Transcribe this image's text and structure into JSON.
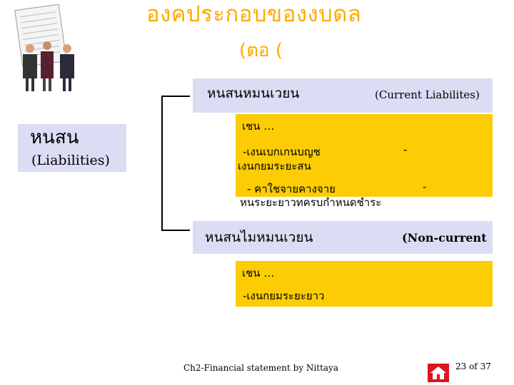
{
  "slide": {
    "title": "องคประกอบของงบดล",
    "subtitle": "(ตอ  (",
    "liabilities": {
      "thai": "หนสน",
      "english": "(Liabilities)"
    },
    "current": {
      "thai": "หนสนหมนเวยน",
      "english": "(Current Liabilites)",
      "examples": [
        "เชน …",
        "-เงนเบกเกนบญช",
        "-",
        "เงนกยมระยะสน",
        "- คาใชจายคางจาย",
        "-",
        "หนระยะยาวทครบกำหนดชำระ"
      ]
    },
    "noncurrent": {
      "thai": "หนสนไมหมนเวยน",
      "english": "(Non-current",
      "examples": [
        "เชน …",
        "-เงนกยมระยะยาว"
      ]
    },
    "footer": "Ch2-Financial statement by Nittaya",
    "page_number": "23 of 37"
  },
  "colors": {
    "title": "#ffaa00",
    "lavender_box": "#dcdcf4",
    "example_box": "#fccc04",
    "home_icon_red": "#e0141e"
  },
  "icons": {
    "clipart": "business-people-clipart",
    "home": "home-icon"
  }
}
